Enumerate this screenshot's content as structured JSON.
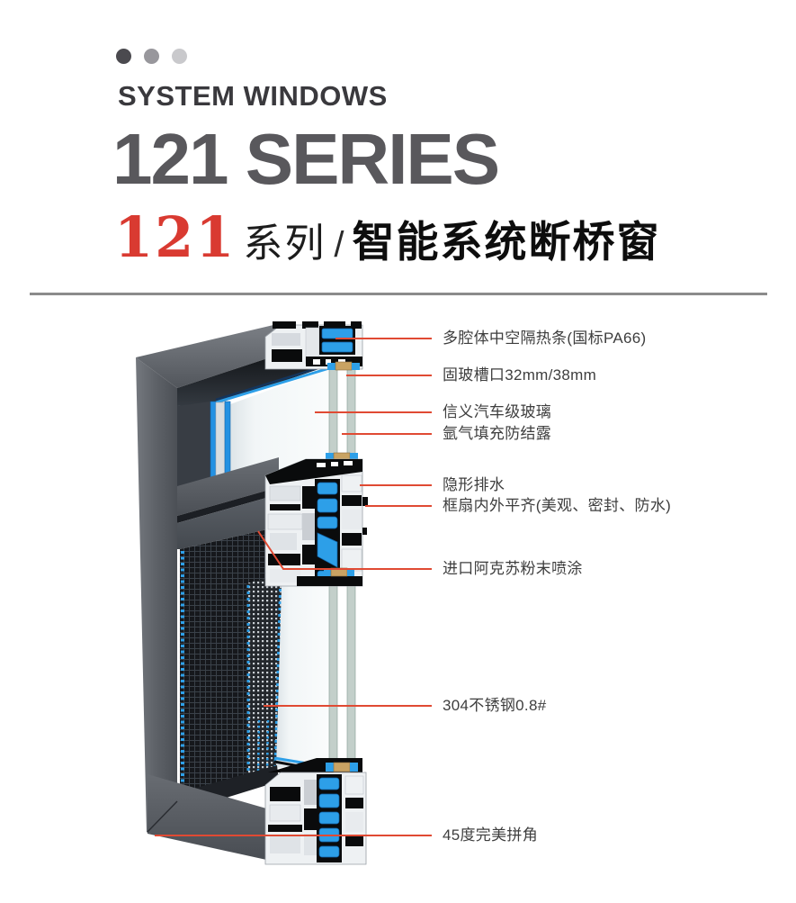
{
  "header": {
    "dots": [
      {
        "name": "dot-dark",
        "color": "#4b4a4f"
      },
      {
        "name": "dot-medium",
        "color": "#98979c"
      },
      {
        "name": "dot-light",
        "color": "#c9c9cc"
      }
    ],
    "en_subtitle": "SYSTEM WINDOWS",
    "en_title": "121 SERIES",
    "cn_series_number": "121",
    "cn_series_label": "系列",
    "cn_separator": "/",
    "cn_title": "智能系统断桥窗"
  },
  "figure": {
    "type": "annotated-window-cross-section",
    "labels": [
      {
        "id": "thermal-strip",
        "text": "多腔体中空隔热条(国标PA66)"
      },
      {
        "id": "glazing-slot",
        "text": "固玻槽口32mm/38mm"
      },
      {
        "id": "auto-glass",
        "text": "信义汽车级玻璃"
      },
      {
        "id": "argon-fill",
        "text": "氩气填充防结露"
      },
      {
        "id": "hidden-drainage",
        "text": "隐形排水"
      },
      {
        "id": "flush-frame",
        "text": "框扇内外平齐(美观、密封、防水)"
      },
      {
        "id": "powder-coating",
        "text": "进口阿克苏粉末喷涂"
      },
      {
        "id": "stainless-mesh",
        "text": "304不锈钢0.8#"
      },
      {
        "id": "corner-joint",
        "text": "45度完美拼角"
      }
    ]
  },
  "colors": {
    "accent_red": "#d93a31",
    "leader_line": "#e04a33",
    "en_title_gray": "#59585c",
    "subtitle_dark": "#3a393d",
    "label_text": "#3e3e3e",
    "divider_gray": "#8b8b8b",
    "frame_gray": "#5d6167",
    "thermal_blue": "#2d9fe8",
    "spacer_gold": "#c9a363"
  }
}
